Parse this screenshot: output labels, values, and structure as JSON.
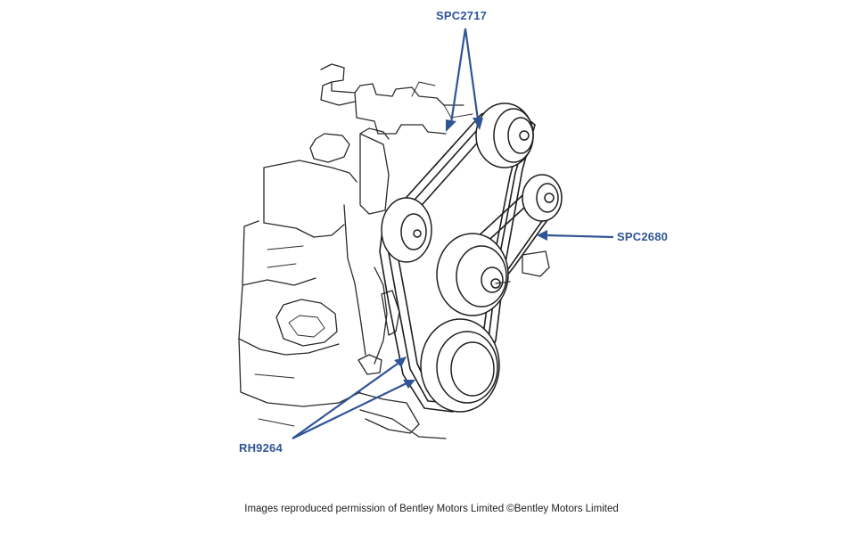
{
  "callouts": {
    "belt_upper": "SPC2717",
    "belt_right": "SPC2680",
    "belt_lower": "RH9264"
  },
  "credit": "Images reproduced permission of Bentley Motors Limited ©Bentley Motors Limited",
  "colors": {
    "callout": "#2f5597",
    "line_art": "#1e1e1e",
    "background": "#ffffff"
  }
}
